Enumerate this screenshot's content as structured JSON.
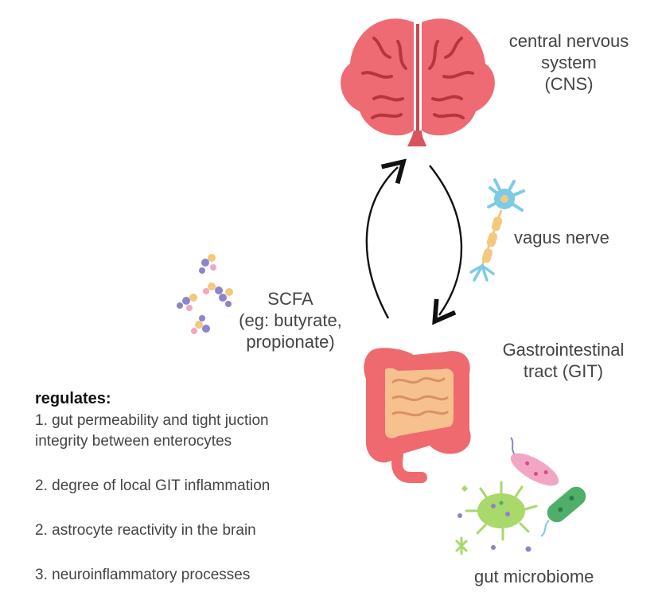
{
  "labels": {
    "cns": [
      "central nervous",
      "system",
      "(CNS)"
    ],
    "vagus": "vagus nerve",
    "scfa": [
      "SCFA",
      "(eg: butyrate,",
      "propionate)"
    ],
    "git": [
      "Gastrointestinal",
      "tract (GIT)"
    ],
    "microbiome": "gut microbiome"
  },
  "regulates": {
    "heading": "regulates:",
    "items": [
      "1. gut permeability and tight juction",
      "integrity between enterocytes",
      "2. degree of local GIT inflammation",
      "2. astrocyte reactivity in the brain",
      "3. neuroinflammatory processes"
    ]
  },
  "colors": {
    "brain": "#ef6b73",
    "brain_dark": "#c9464f",
    "intestine": "#ee6a6f",
    "small_intestine": "#f6c08f",
    "neuron": "#7ccbe6",
    "axon": "#f4c87e",
    "bacteria_green": "#a9d86b",
    "bacteria_pink": "#f3a6c4",
    "bacteria_teal": "#4fae6a",
    "molecule_purple": "#8e84c9"
  },
  "icons": [
    "brain-icon",
    "neuron-icon",
    "intestine-icon",
    "scfa-molecules-icon",
    "bacteria-icon",
    "arrow-up-icon",
    "arrow-down-icon"
  ]
}
